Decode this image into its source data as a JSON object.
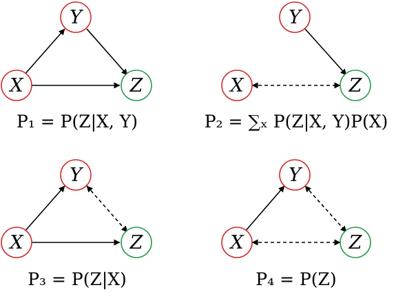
{
  "colors": {
    "observed_node": "#d42a2a",
    "target_node": "#2a9a4a",
    "edge": "#000000"
  },
  "diagrams": [
    {
      "nodes": {
        "x": "X",
        "y": "Y",
        "z": "Z"
      },
      "formula": "P₁ = P(Z|X, Y)",
      "edges": {
        "x_y": "directed",
        "y_z": "directed",
        "x_z": "directed"
      }
    },
    {
      "nodes": {
        "x": "X",
        "y": "Y",
        "z": "Z"
      },
      "formula": "P₂ = ∑ₓ P(Z|X, Y)P(X)",
      "edges": {
        "x_y": "none",
        "y_z": "directed",
        "x_z": "bidirected"
      }
    },
    {
      "nodes": {
        "x": "X",
        "y": "Y",
        "z": "Z"
      },
      "formula": "P₃ = P(Z|X)",
      "edges": {
        "x_y": "directed",
        "y_z": "bidirected",
        "x_z": "directed"
      }
    },
    {
      "nodes": {
        "x": "X",
        "y": "Y",
        "z": "Z"
      },
      "formula": "P₄ = P(Z)",
      "edges": {
        "x_y": "directed",
        "y_z": "bidirected",
        "x_z": "bidirected"
      }
    }
  ]
}
